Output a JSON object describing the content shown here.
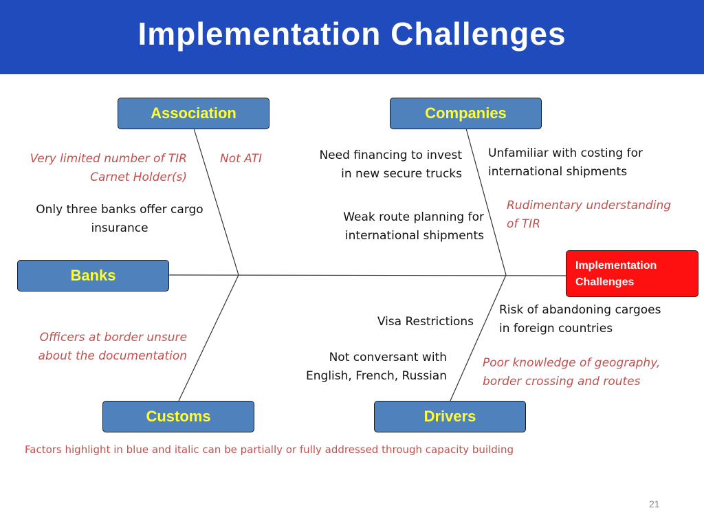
{
  "title": "Implementation Challenges",
  "effect": {
    "line1": "Implementation",
    "line2": "Challenges"
  },
  "categories": {
    "association": "Association",
    "companies": "Companies",
    "banks": "Banks",
    "customs": "Customs",
    "drivers": "Drivers"
  },
  "causes": {
    "tir_holders_1": "Very limited number of TIR",
    "tir_holders_2": "Carnet Holder(s)",
    "not_ati": "Not ATI",
    "banks_insurance_1": "Only three banks offer cargo",
    "banks_insurance_2": "insurance",
    "financing_1": "Need financing to invest",
    "financing_2": "in new secure trucks",
    "route_planning_1": "Weak route planning for",
    "route_planning_2": "international shipments",
    "costing_1": "Unfamiliar with costing for",
    "costing_2": "international shipments",
    "tir_understanding_1": "Rudimentary understanding",
    "tir_understanding_2": "of TIR",
    "officers_1": "Officers at border unsure",
    "officers_2": "about the documentation",
    "visa": "Visa Restrictions",
    "languages_1": "Not conversant with",
    "languages_2": "English, French, Russian",
    "abandoning_1": "Risk of abandoning cargoes",
    "abandoning_2": "in foreign countries",
    "geography_1": "Poor knowledge of geography,",
    "geography_2": "border crossing and routes"
  },
  "footnote": "Factors highlight in blue and italic can be partially or fully addressed through capacity building",
  "page_number": "21",
  "colors": {
    "header_bg": "#1f4bbd",
    "category_box": "#4f81bd",
    "category_text": "#ffff33",
    "effect_box": "#ff1010",
    "highlight_text": "#c0504d"
  }
}
